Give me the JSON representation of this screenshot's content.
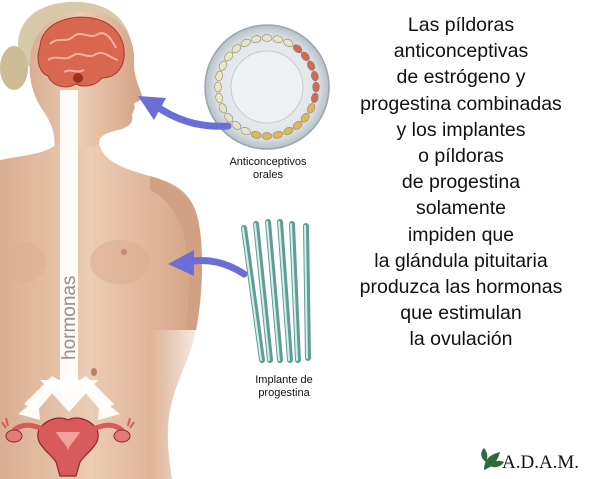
{
  "main_text": [
    "Las píldoras",
    "anticonceptivas",
    "de estrógeno y",
    "progestina combinadas",
    "y los implantes",
    "o píldoras",
    "de progestina",
    "solamente",
    "impiden que",
    "la glándula pituitaria",
    "produzca las hormonas",
    "que estimulan",
    "la ovulación"
  ],
  "labels": {
    "pills_line1": "Anticonceptivos",
    "pills_line2": "orales",
    "implant_line1": "Implante de",
    "implant_line2": "progestina",
    "hormones": "hormonas"
  },
  "brand": "A.D.A.M.",
  "icons": [
    "pill-pack-icon",
    "implant-rods-icon",
    "brain-icon",
    "uterus-icon",
    "adam-leaf-icon"
  ],
  "colors": {
    "skin": "#e6c2a6",
    "skin_shadow": "#c9977a",
    "brain": "#d9664f",
    "arrow_blue": "#6c6ed8",
    "uterus": "#d95a5a",
    "implant": "#7fb7b0",
    "text": "#111111"
  }
}
